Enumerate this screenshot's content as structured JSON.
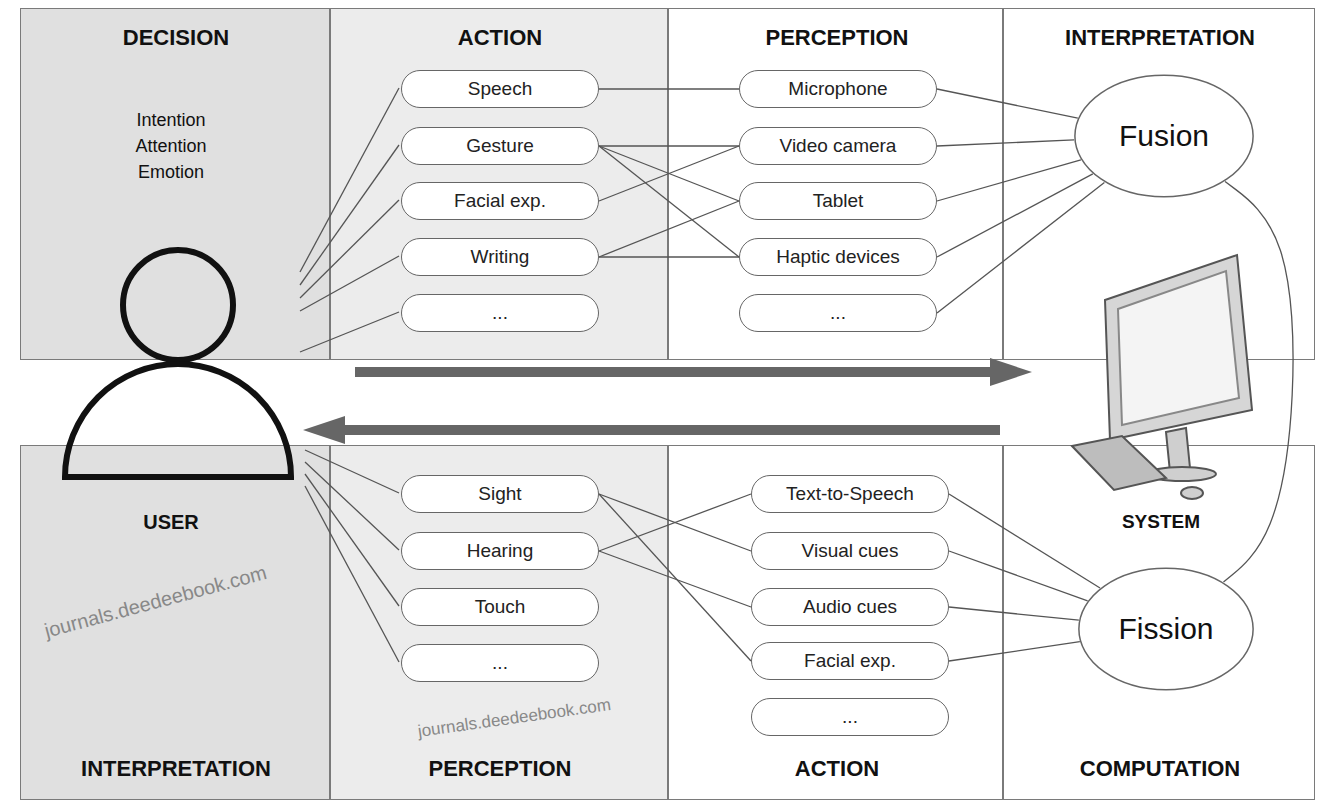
{
  "diagram": {
    "nodes": [
      {
        "text": [
          "DECISION",
          "Intention Attention Emotion"
        ]
      },
      {
        "text": [
          "ACTION"
        ]
      },
      {
        "text": [
          "Speech"
        ],
        "in": 1
      },
      {
        "text": [
          "Gesture"
        ],
        "in": 1
      },
      {
        "text": [
          "Facial exp."
        ],
        "in": 1
      },
      {
        "text": [
          "Writing"
        ],
        "in": 1
      },
      {
        "text": [
          "..."
        ],
        "in": 1
      },
      {
        "text": [
          "PERCEPTION"
        ]
      },
      {
        "text": [
          "Microphone"
        ],
        "in": 7
      },
      {
        "text": [
          "Video camera"
        ],
        "in": 7
      },
      {
        "text": [
          "Tablet"
        ],
        "in": 7
      },
      {
        "text": [
          "Haptic devices"
        ],
        "in": 7
      },
      {
        "text": [
          "..."
        ],
        "in": 7
      },
      {
        "text": [
          "INTERPRETATION"
        ]
      },
      {
        "text": [
          "Fusion"
        ],
        "in": 13
      },
      {
        "text": [
          "USER",
          "INTERPRETATION"
        ]
      },
      {
        "text": [
          "PERCEPTION"
        ]
      },
      {
        "text": [
          "Sight"
        ],
        "in": 16
      },
      {
        "text": [
          "Hearing"
        ],
        "in": 16
      },
      {
        "text": [
          "Touch"
        ],
        "in": 16
      },
      {
        "text": [
          "..."
        ],
        "in": 16
      },
      {
        "text": [
          "ACTION"
        ]
      },
      {
        "text": [
          "Text-to-Speech"
        ],
        "in": 21
      },
      {
        "text": [
          "Visual cues"
        ],
        "in": 21
      },
      {
        "text": [
          "Audio cues"
        ],
        "in": 21
      },
      {
        "text": [
          "Facial exp."
        ],
        "in": 21
      },
      {
        "text": [
          "..."
        ],
        "in": 21
      },
      {
        "text": [
          "SYSTEM",
          "COMPUTATION"
        ]
      },
      {
        "text": [
          "Fission"
        ],
        "in": 27
      }
    ],
    "edges": [
      {
        "from": 2,
        "to": 8,
        "arrow": "none"
      },
      {
        "from": 3,
        "to": 9,
        "arrow": "none"
      },
      {
        "from": 3,
        "to": 10,
        "arrow": "none"
      },
      {
        "from": 3,
        "to": 11,
        "arrow": "none"
      },
      {
        "from": 4,
        "to": 9,
        "arrow": "none"
      },
      {
        "from": 5,
        "to": 10,
        "arrow": "none"
      },
      {
        "from": 5,
        "to": 11,
        "arrow": "none"
      },
      {
        "from": 8,
        "to": 14,
        "arrow": "none"
      },
      {
        "from": 9,
        "to": 14,
        "arrow": "none"
      },
      {
        "from": 10,
        "to": 14,
        "arrow": "none"
      },
      {
        "from": 11,
        "to": 14,
        "arrow": "none"
      },
      {
        "from": 12,
        "to": 14,
        "arrow": "none"
      },
      {
        "from": 14,
        "to": 28,
        "arrow": "none"
      },
      {
        "from": 28,
        "to": 22,
        "arrow": "none"
      },
      {
        "from": 28,
        "to": 23,
        "arrow": "none"
      },
      {
        "from": 28,
        "to": 24,
        "arrow": "none"
      },
      {
        "from": 28,
        "to": 25,
        "arrow": "none"
      },
      {
        "from": 18,
        "to": 22,
        "arrow": "none"
      },
      {
        "from": 17,
        "to": 23,
        "arrow": "none"
      },
      {
        "from": 18,
        "to": 24,
        "arrow": "none"
      },
      {
        "from": 17,
        "to": 25,
        "arrow": "none"
      }
    ],
    "labels": [
      "journals.deedeebook.com",
      "journals.deedeebook.com"
    ]
  }
}
